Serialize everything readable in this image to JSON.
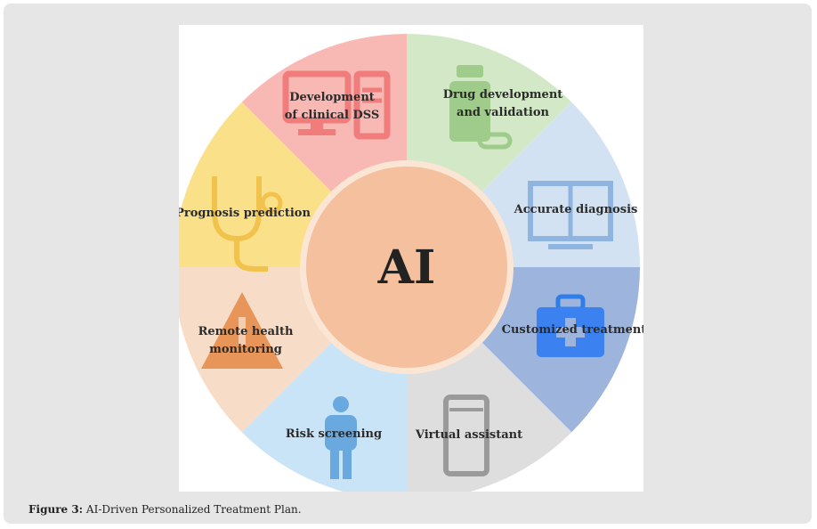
{
  "diagram": {
    "center_label": "AI",
    "segments": [
      {
        "id": "dss",
        "lines": [
          "Development",
          "of clinical DSS"
        ],
        "icon": "computer-icon",
        "color": "#f8b9b4"
      },
      {
        "id": "drug",
        "lines": [
          "Drug  development",
          "and validation"
        ],
        "icon": "pill-bottle-icon",
        "color": "#d3e8c6"
      },
      {
        "id": "diagnosis",
        "lines": [
          "Accurate diagnosis"
        ],
        "icon": "open-book-icon",
        "color": "#d3e2f3"
      },
      {
        "id": "treatment",
        "lines": [
          "Customized treatment"
        ],
        "icon": "medical-kit-icon",
        "color": "#9db4dd"
      },
      {
        "id": "virtual",
        "lines": [
          "Virtual assistant"
        ],
        "icon": "smartphone-icon",
        "color": "#dedede"
      },
      {
        "id": "risk",
        "lines": [
          "Risk screening"
        ],
        "icon": "person-icon",
        "color": "#c9e4f6"
      },
      {
        "id": "remote",
        "lines": [
          "Remote  health",
          "monitoring"
        ],
        "icon": "warning-triangle-icon",
        "color": "#f7dcc8"
      },
      {
        "id": "prognosis",
        "lines": [
          "Prognosis prediction"
        ],
        "icon": "stethoscope-icon",
        "color": "#fbe08a"
      }
    ],
    "colors": {
      "center_fill": "#f4c09e",
      "center_ring": "#fbe6d6"
    }
  },
  "caption": {
    "label": "Figure 3:",
    "text": " AI-Driven Personalized Treatment Plan."
  }
}
